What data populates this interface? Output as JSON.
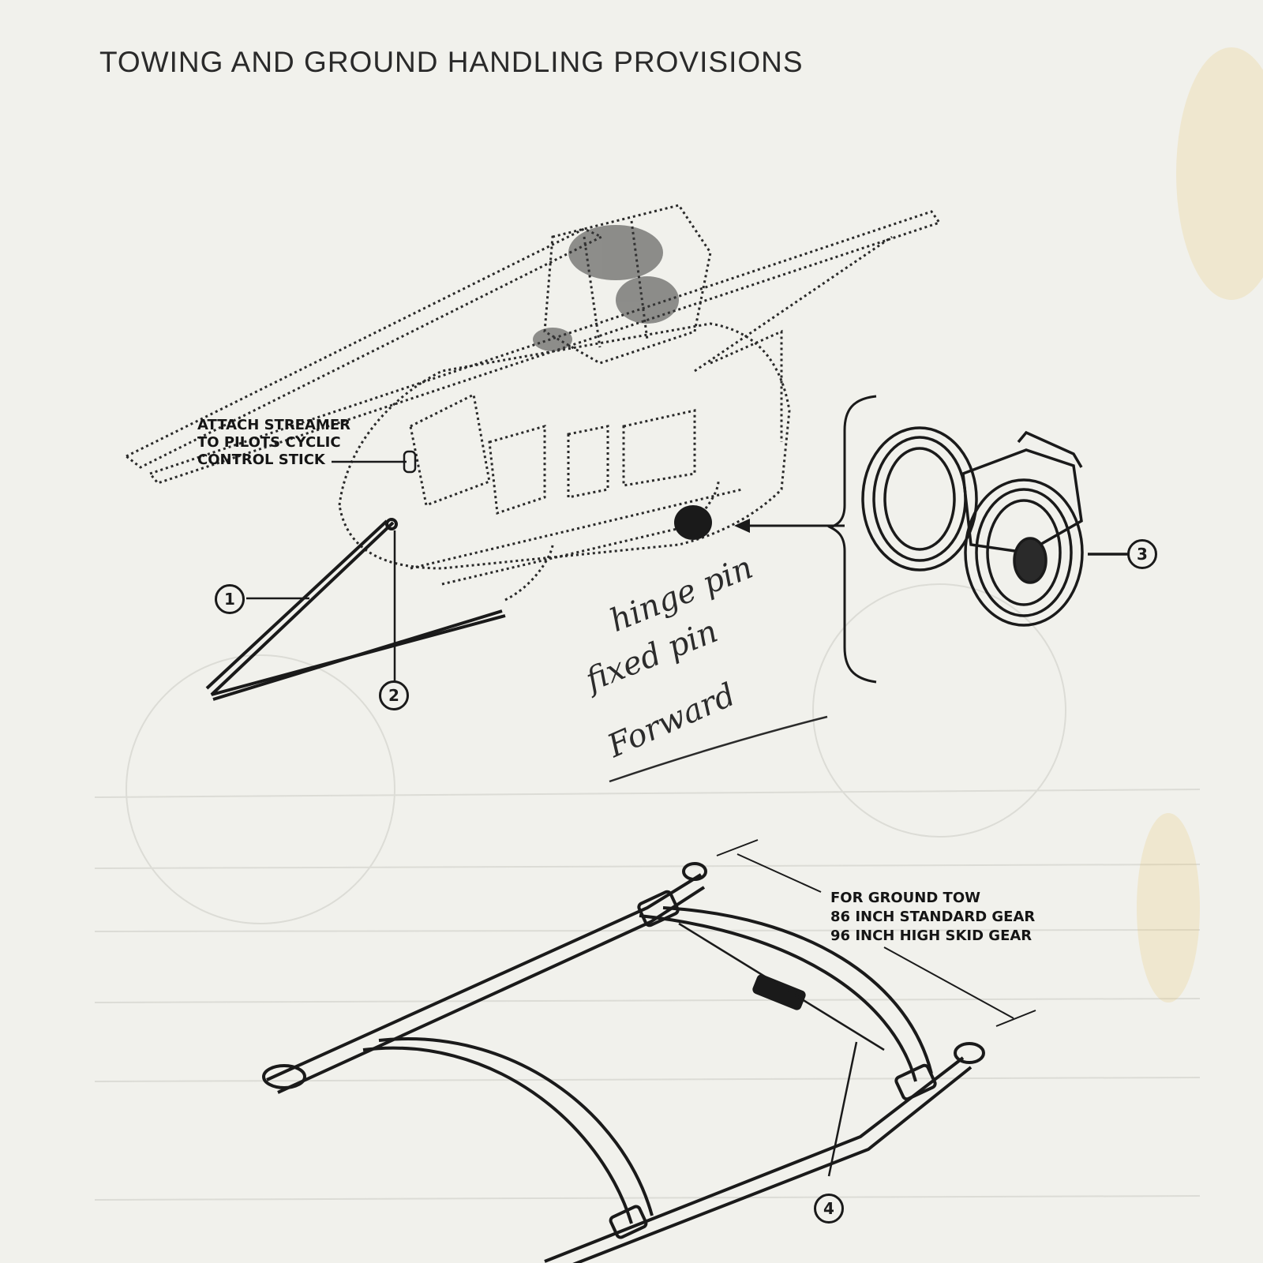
{
  "page": {
    "title": "TOWING AND GROUND HANDLING PROVISIONS"
  },
  "callouts": {
    "streamer": [
      "ATTACH STREAMER",
      "TO PILOTS CYCLIC",
      "CONTROL STICK"
    ],
    "ground_tow": [
      "FOR GROUND TOW",
      "86 INCH STANDARD GEAR",
      "96 INCH HIGH SKID GEAR"
    ]
  },
  "item_numbers": [
    "1",
    "2",
    "3",
    "4"
  ],
  "handwritten": {
    "line1": "hinge pin",
    "line2": "fixed pin",
    "line3": "Forward"
  }
}
